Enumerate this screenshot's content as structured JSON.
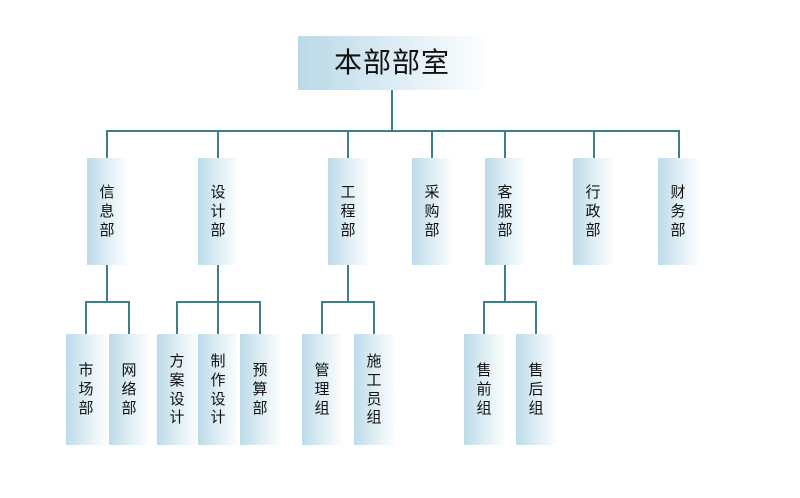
{
  "diagram": {
    "title": "本部部室",
    "type": "organization-chart",
    "colors": {
      "connector": "#3f7d8c",
      "box_gradient_start": "#bcdbe8",
      "box_gradient_end": "#fbfdfe",
      "text": "#111111",
      "background": "#ffffff"
    },
    "root": {
      "label": "本部部室"
    },
    "level2": [
      {
        "label": "信息部"
      },
      {
        "label": "设计部"
      },
      {
        "label": "工程部"
      },
      {
        "label": "采购部"
      },
      {
        "label": "客服部"
      },
      {
        "label": "行政部"
      },
      {
        "label": "财务部"
      }
    ],
    "level3": {
      "信息部": [
        {
          "label": "市场部"
        },
        {
          "label": "网络部"
        }
      ],
      "设计部": [
        {
          "label": "方案设计"
        },
        {
          "label": "制作设计"
        },
        {
          "label": "预算部"
        }
      ],
      "工程部": [
        {
          "label": "管理组"
        },
        {
          "label": "施工员组"
        }
      ],
      "采购部": [],
      "客服部": [
        {
          "label": "售前组"
        },
        {
          "label": "售后组"
        }
      ],
      "行政部": [],
      "财务部": []
    }
  }
}
